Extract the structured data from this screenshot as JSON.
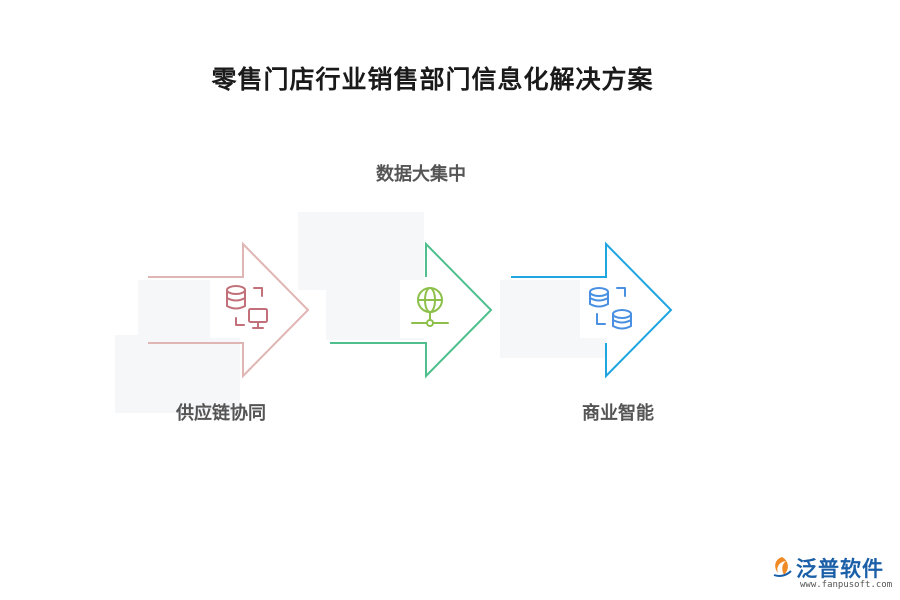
{
  "title": "零售门店行业销售部门信息化解决方案",
  "steps": [
    {
      "label": "供应链协同",
      "icon": "database-monitor-icon",
      "color": "#e0b6b4",
      "icon_color": "#c2707a"
    },
    {
      "label": "数据大集中",
      "icon": "globe-network-icon",
      "color": "#4fc08d",
      "icon_color": "#8cc04a"
    },
    {
      "label": "商业智能",
      "icon": "database-sync-icon",
      "color": "#1fa6e0",
      "icon_color": "#4a90e2"
    }
  ],
  "logo": {
    "name": "泛普软件",
    "url": "www.fanpusoft.com"
  }
}
